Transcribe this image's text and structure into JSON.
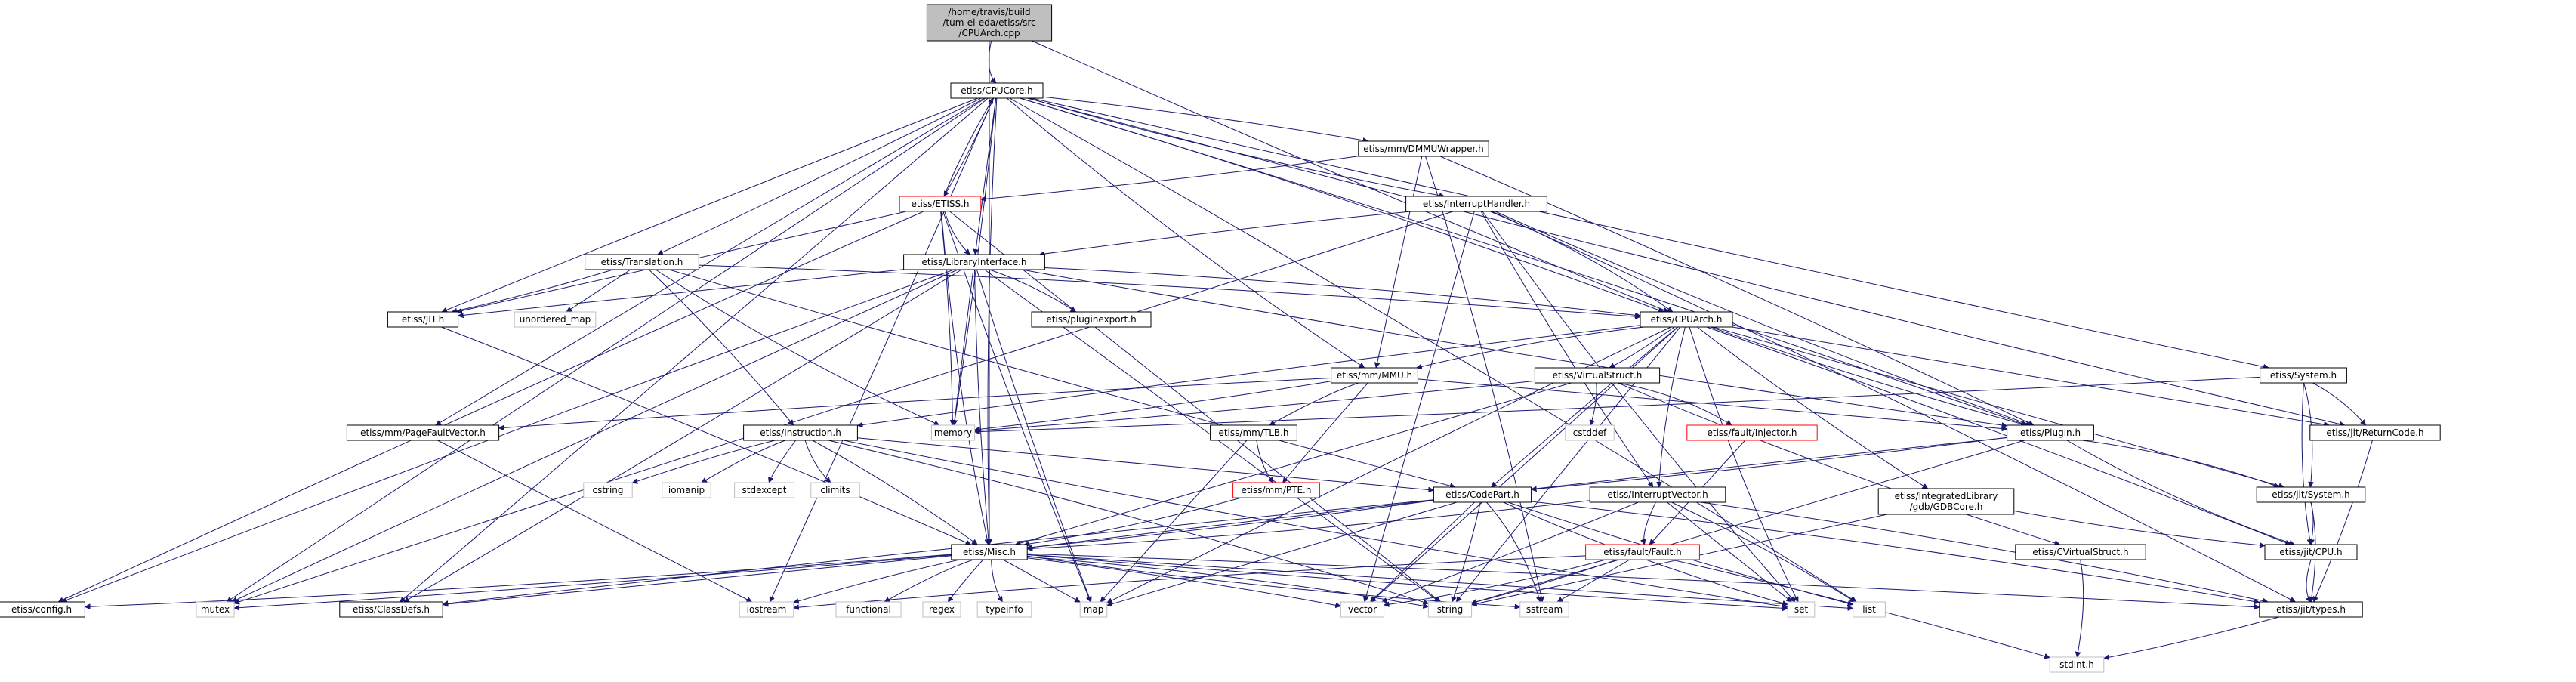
{
  "diagram": {
    "nodes": [
      {
        "id": "root",
        "lines": [
          "/home/travis/build",
          "/tum-ei-eda/etiss/src",
          "/CPUArch.cpp"
        ],
        "style": "root"
      },
      {
        "id": "cpucore",
        "lines": [
          "etiss/CPUCore.h"
        ],
        "style": "box"
      },
      {
        "id": "dmmu",
        "lines": [
          "etiss/mm/DMMUWrapper.h"
        ],
        "style": "box"
      },
      {
        "id": "etissh",
        "lines": [
          "etiss/ETISS.h"
        ],
        "style": "red"
      },
      {
        "id": "inthandler",
        "lines": [
          "etiss/InterruptHandler.h"
        ],
        "style": "box"
      },
      {
        "id": "translation",
        "lines": [
          "etiss/Translation.h"
        ],
        "style": "box"
      },
      {
        "id": "libiface",
        "lines": [
          "etiss/LibraryInterface.h"
        ],
        "style": "box"
      },
      {
        "id": "jit",
        "lines": [
          "etiss/JIT.h"
        ],
        "style": "box"
      },
      {
        "id": "unordered_map",
        "lines": [
          "unordered_map"
        ],
        "style": "gray"
      },
      {
        "id": "pluginexport",
        "lines": [
          "etiss/pluginexport.h"
        ],
        "style": "box"
      },
      {
        "id": "cpuarch",
        "lines": [
          "etiss/CPUArch.h"
        ],
        "style": "box"
      },
      {
        "id": "mmu",
        "lines": [
          "etiss/mm/MMU.h"
        ],
        "style": "box"
      },
      {
        "id": "virtstruct",
        "lines": [
          "etiss/VirtualStruct.h"
        ],
        "style": "box"
      },
      {
        "id": "systemh",
        "lines": [
          "etiss/System.h"
        ],
        "style": "box"
      },
      {
        "id": "pagefault",
        "lines": [
          "etiss/mm/PageFaultVector.h"
        ],
        "style": "box"
      },
      {
        "id": "instruction",
        "lines": [
          "etiss/Instruction.h"
        ],
        "style": "box"
      },
      {
        "id": "memory",
        "lines": [
          "memory"
        ],
        "style": "gray"
      },
      {
        "id": "tlb",
        "lines": [
          "etiss/mm/TLB.h"
        ],
        "style": "box"
      },
      {
        "id": "cstddef",
        "lines": [
          "cstddef"
        ],
        "style": "gray"
      },
      {
        "id": "injector",
        "lines": [
          "etiss/fault/Injector.h"
        ],
        "style": "red"
      },
      {
        "id": "pluginh",
        "lines": [
          "etiss/Plugin.h"
        ],
        "style": "box"
      },
      {
        "id": "returncode",
        "lines": [
          "etiss/jit/ReturnCode.h"
        ],
        "style": "box"
      },
      {
        "id": "cstring",
        "lines": [
          "cstring"
        ],
        "style": "gray"
      },
      {
        "id": "iomanip",
        "lines": [
          "iomanip"
        ],
        "style": "gray"
      },
      {
        "id": "stdexcept",
        "lines": [
          "stdexcept"
        ],
        "style": "gray"
      },
      {
        "id": "climits",
        "lines": [
          "climits"
        ],
        "style": "gray"
      },
      {
        "id": "pte",
        "lines": [
          "etiss/mm/PTE.h"
        ],
        "style": "red"
      },
      {
        "id": "codepart",
        "lines": [
          "etiss/CodePart.h"
        ],
        "style": "box"
      },
      {
        "id": "intvector",
        "lines": [
          "etiss/InterruptVector.h"
        ],
        "style": "box"
      },
      {
        "id": "gdbcore",
        "lines": [
          "etiss/IntegratedLibrary",
          "/gdb/GDBCore.h"
        ],
        "style": "box"
      },
      {
        "id": "jitsystem",
        "lines": [
          "etiss/jit/System.h"
        ],
        "style": "box"
      },
      {
        "id": "misc",
        "lines": [
          "etiss/Misc.h"
        ],
        "style": "box"
      },
      {
        "id": "faulth",
        "lines": [
          "etiss/fault/Fault.h"
        ],
        "style": "red"
      },
      {
        "id": "cvirt",
        "lines": [
          "etiss/CVirtualStruct.h"
        ],
        "style": "box"
      },
      {
        "id": "jitcpu",
        "lines": [
          "etiss/jit/CPU.h"
        ],
        "style": "box"
      },
      {
        "id": "config",
        "lines": [
          "etiss/config.h"
        ],
        "style": "box"
      },
      {
        "id": "mutex",
        "lines": [
          "mutex"
        ],
        "style": "gray"
      },
      {
        "id": "classdefs",
        "lines": [
          "etiss/ClassDefs.h"
        ],
        "style": "box"
      },
      {
        "id": "iostream",
        "lines": [
          "iostream"
        ],
        "style": "gray"
      },
      {
        "id": "functional",
        "lines": [
          "functional"
        ],
        "style": "gray"
      },
      {
        "id": "regex",
        "lines": [
          "regex"
        ],
        "style": "gray"
      },
      {
        "id": "typeinfo",
        "lines": [
          "typeinfo"
        ],
        "style": "gray"
      },
      {
        "id": "map",
        "lines": [
          "map"
        ],
        "style": "gray"
      },
      {
        "id": "vector",
        "lines": [
          "vector"
        ],
        "style": "gray"
      },
      {
        "id": "string",
        "lines": [
          "string"
        ],
        "style": "gray"
      },
      {
        "id": "sstream",
        "lines": [
          "sstream"
        ],
        "style": "gray"
      },
      {
        "id": "set",
        "lines": [
          "set"
        ],
        "style": "gray"
      },
      {
        "id": "list",
        "lines": [
          "list"
        ],
        "style": "gray"
      },
      {
        "id": "jittypes",
        "lines": [
          "etiss/jit/types.h"
        ],
        "style": "box"
      },
      {
        "id": "stdint",
        "lines": [
          "stdint.h"
        ],
        "style": "gray"
      }
    ],
    "edges": [
      [
        "root",
        "cpucore"
      ],
      [
        "root",
        "cpuarch"
      ],
      [
        "root",
        "misc"
      ],
      [
        "cpucore",
        "dmmu"
      ],
      [
        "cpucore",
        "etissh"
      ],
      [
        "cpucore",
        "inthandler"
      ],
      [
        "cpucore",
        "translation"
      ],
      [
        "cpucore",
        "libiface"
      ],
      [
        "cpucore",
        "jit"
      ],
      [
        "cpucore",
        "cpuarch"
      ],
      [
        "cpucore",
        "mmu"
      ],
      [
        "cpucore",
        "systemh"
      ],
      [
        "cpucore",
        "pagefault"
      ],
      [
        "cpucore",
        "memory"
      ],
      [
        "cpucore",
        "pluginh"
      ],
      [
        "cpucore",
        "returncode"
      ],
      [
        "cpucore",
        "mutex"
      ],
      [
        "cpucore",
        "classdefs"
      ],
      [
        "cpucore",
        "iostream"
      ],
      [
        "cpucore",
        "list"
      ],
      [
        "cpucore",
        "misc"
      ],
      [
        "dmmu",
        "etissh"
      ],
      [
        "dmmu",
        "mmu"
      ],
      [
        "dmmu",
        "pluginh"
      ],
      [
        "dmmu",
        "sstream"
      ],
      [
        "etissh",
        "cpucore"
      ],
      [
        "etissh",
        "libiface"
      ],
      [
        "etissh",
        "jit"
      ],
      [
        "etissh",
        "memory"
      ],
      [
        "etissh",
        "config"
      ],
      [
        "etissh",
        "misc"
      ],
      [
        "etissh",
        "map"
      ],
      [
        "etissh",
        "string"
      ],
      [
        "inthandler",
        "libiface"
      ],
      [
        "inthandler",
        "cpuarch"
      ],
      [
        "inthandler",
        "pluginh"
      ],
      [
        "inthandler",
        "intvector"
      ],
      [
        "inthandler",
        "vector"
      ],
      [
        "inthandler",
        "mutex"
      ],
      [
        "inthandler",
        "jittypes"
      ],
      [
        "inthandler",
        "set"
      ],
      [
        "translation",
        "jit"
      ],
      [
        "translation",
        "unordered_map"
      ],
      [
        "translation",
        "instruction"
      ],
      [
        "translation",
        "cpuarch"
      ],
      [
        "translation",
        "memory"
      ],
      [
        "translation",
        "codepart"
      ],
      [
        "libiface",
        "jit"
      ],
      [
        "libiface",
        "pluginexport"
      ],
      [
        "libiface",
        "cpuarch"
      ],
      [
        "libiface",
        "pluginh"
      ],
      [
        "libiface",
        "misc"
      ],
      [
        "libiface",
        "memory"
      ],
      [
        "libiface",
        "mutex"
      ],
      [
        "libiface",
        "config"
      ],
      [
        "libiface",
        "classdefs"
      ],
      [
        "libiface",
        "map"
      ],
      [
        "libiface",
        "string"
      ],
      [
        "jit",
        "misc"
      ],
      [
        "cpuarch",
        "mmu"
      ],
      [
        "cpuarch",
        "virtstruct"
      ],
      [
        "cpuarch",
        "pluginh"
      ],
      [
        "cpuarch",
        "returncode"
      ],
      [
        "cpuarch",
        "instruction"
      ],
      [
        "cpuarch",
        "codepart"
      ],
      [
        "cpuarch",
        "intvector"
      ],
      [
        "cpuarch",
        "gdbcore"
      ],
      [
        "cpuarch",
        "jitsystem"
      ],
      [
        "cpuarch",
        "jitcpu"
      ],
      [
        "cpuarch",
        "map"
      ],
      [
        "cpuarch",
        "set"
      ],
      [
        "cpuarch",
        "vector"
      ],
      [
        "cpuarch",
        "string"
      ],
      [
        "mmu",
        "pagefault"
      ],
      [
        "mmu",
        "tlb"
      ],
      [
        "mmu",
        "pte"
      ],
      [
        "mmu",
        "memory"
      ],
      [
        "mmu",
        "pluginh"
      ],
      [
        "virtstruct",
        "cstddef"
      ],
      [
        "virtstruct",
        "injector"
      ],
      [
        "virtstruct",
        "cvirt"
      ],
      [
        "virtstruct",
        "memory"
      ],
      [
        "virtstruct",
        "misc"
      ],
      [
        "systemh",
        "returncode"
      ],
      [
        "systemh",
        "jitsystem"
      ],
      [
        "systemh",
        "jitcpu"
      ],
      [
        "systemh",
        "memory"
      ],
      [
        "pagefault",
        "iostream"
      ],
      [
        "instruction",
        "cstring"
      ],
      [
        "instruction",
        "iomanip"
      ],
      [
        "instruction",
        "stdexcept"
      ],
      [
        "instruction",
        "climits"
      ],
      [
        "instruction",
        "codepart"
      ],
      [
        "instruction",
        "misc"
      ],
      [
        "instruction",
        "string"
      ],
      [
        "instruction",
        "set"
      ],
      [
        "tlb",
        "pte"
      ],
      [
        "tlb",
        "map"
      ],
      [
        "injector",
        "faulth"
      ],
      [
        "pluginh",
        "jitsystem"
      ],
      [
        "pluginh",
        "jitcpu"
      ],
      [
        "pluginh",
        "codepart"
      ],
      [
        "pluginh",
        "string"
      ],
      [
        "pluginh",
        "misc"
      ],
      [
        "returncode",
        "jittypes"
      ],
      [
        "pte",
        "misc"
      ],
      [
        "codepart",
        "misc"
      ],
      [
        "codepart",
        "vector"
      ],
      [
        "codepart",
        "string"
      ],
      [
        "codepart",
        "sstream"
      ],
      [
        "codepart",
        "set"
      ],
      [
        "codepart",
        "list"
      ],
      [
        "codepart",
        "map"
      ],
      [
        "codepart",
        "classdefs"
      ],
      [
        "codepart",
        "jittypes"
      ],
      [
        "intvector",
        "faulth"
      ],
      [
        "intvector",
        "vector"
      ],
      [
        "intvector",
        "set"
      ],
      [
        "intvector",
        "list"
      ],
      [
        "intvector",
        "jittypes"
      ],
      [
        "intvector",
        "misc"
      ],
      [
        "gdbcore",
        "jitcpu"
      ],
      [
        "gdbcore",
        "string"
      ],
      [
        "jitsystem",
        "jitcpu"
      ],
      [
        "jitsystem",
        "jittypes"
      ],
      [
        "misc",
        "config"
      ],
      [
        "misc",
        "mutex"
      ],
      [
        "misc",
        "classdefs"
      ],
      [
        "misc",
        "iostream"
      ],
      [
        "misc",
        "functional"
      ],
      [
        "misc",
        "regex"
      ],
      [
        "misc",
        "typeinfo"
      ],
      [
        "misc",
        "map"
      ],
      [
        "misc",
        "vector"
      ],
      [
        "misc",
        "string"
      ],
      [
        "misc",
        "sstream"
      ],
      [
        "misc",
        "set"
      ],
      [
        "misc",
        "list"
      ],
      [
        "misc",
        "jittypes"
      ],
      [
        "faulth",
        "iostream"
      ],
      [
        "faulth",
        "vector"
      ],
      [
        "faulth",
        "string"
      ],
      [
        "faulth",
        "sstream"
      ],
      [
        "faulth",
        "stdint"
      ],
      [
        "cvirt",
        "stdint"
      ],
      [
        "jitcpu",
        "jittypes"
      ],
      [
        "jittypes",
        "stdint"
      ]
    ]
  }
}
